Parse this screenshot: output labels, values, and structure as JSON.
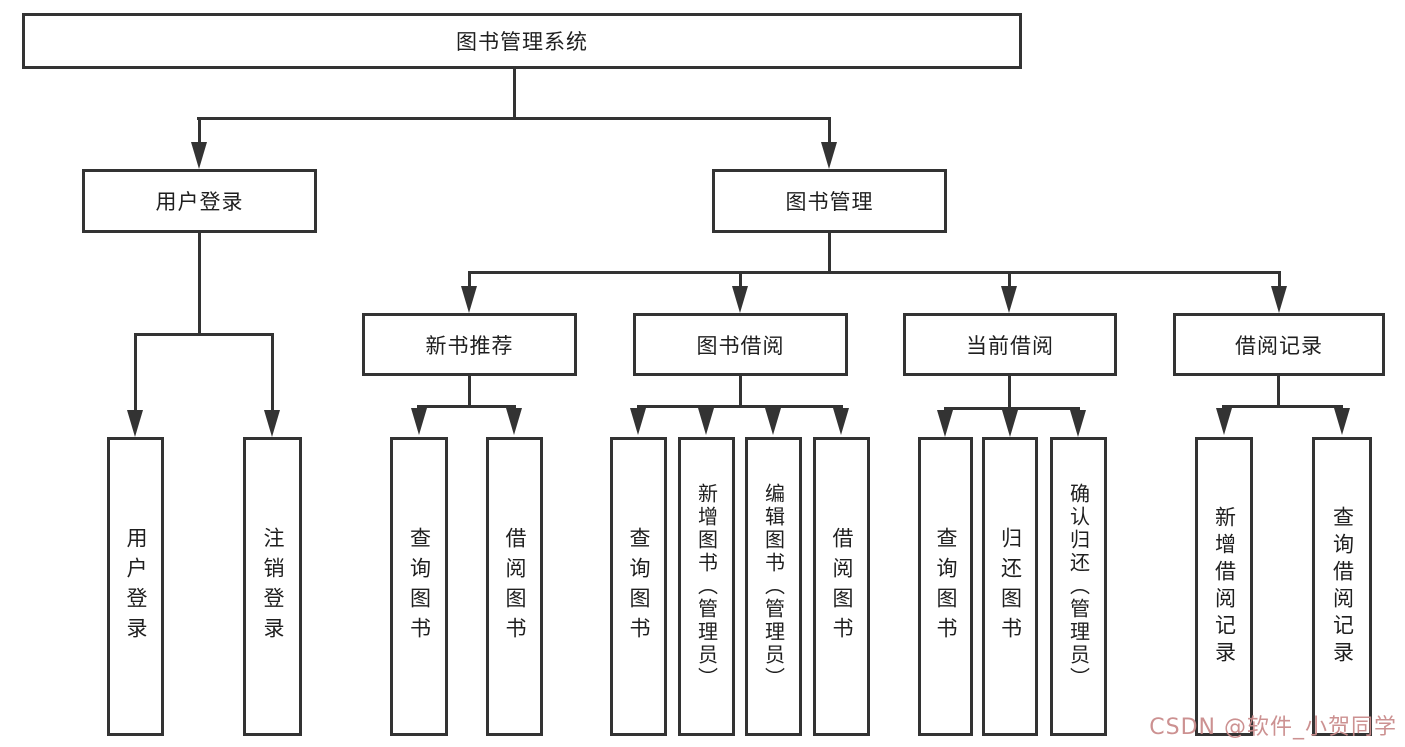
{
  "diagram": {
    "line_color": "#333333",
    "root": {
      "label": "图书管理系统"
    },
    "level2": [
      {
        "id": "user-login",
        "label": "用户登录"
      },
      {
        "id": "book-management",
        "label": "图书管理"
      }
    ],
    "level3": [
      {
        "id": "new-book-recommend",
        "label": "新书推荐"
      },
      {
        "id": "book-borrow",
        "label": "图书借阅"
      },
      {
        "id": "current-borrow",
        "label": "当前借阅"
      },
      {
        "id": "borrow-record",
        "label": "借阅记录"
      }
    ],
    "leaves": {
      "user_login": [
        "用户登录",
        "注销登录"
      ],
      "new_book_recommend": [
        "查询图书",
        "借阅图书"
      ],
      "book_borrow": [
        "查询图书",
        "新增图书（管理员）",
        "编辑图书（管理员）",
        "借阅图书"
      ],
      "current_borrow": [
        "查询图书",
        "归还图书",
        "确认归还（管理员）"
      ],
      "borrow_record": [
        "新增借阅记录",
        "查询借阅记录"
      ]
    }
  },
  "watermark": {
    "text": "CSDN @软件_小贺同学",
    "color": "#c98b8b"
  }
}
